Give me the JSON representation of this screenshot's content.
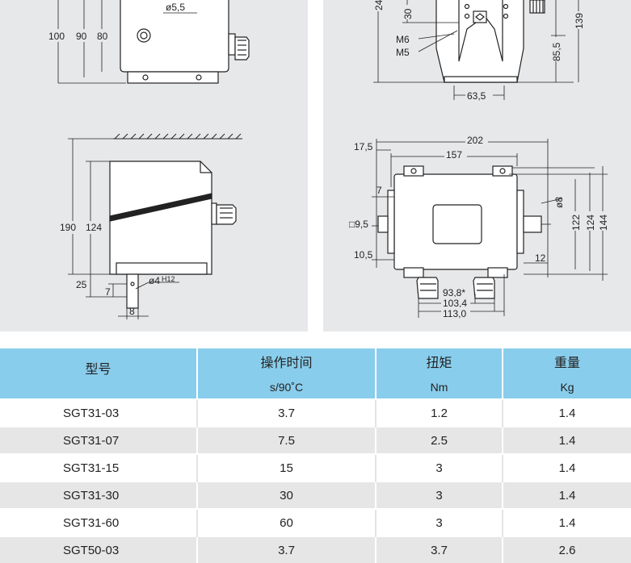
{
  "drawing_left": {
    "top_dims": [
      "100",
      "90",
      "80"
    ],
    "hole_label": "ø5,5",
    "side_dims": [
      "190",
      "124"
    ],
    "lower_dims": [
      "25",
      "7",
      "8"
    ],
    "shaft_label": "ø4",
    "shaft_tol": "H12"
  },
  "drawing_right": {
    "top_dims": [
      "24",
      "30",
      "139",
      "85,5",
      "63,5"
    ],
    "thread_labels": [
      "M6",
      "M5"
    ],
    "width_dims": [
      "202",
      "17,5",
      "157"
    ],
    "side_left_dims": [
      "7",
      "□9,5",
      "10,5"
    ],
    "side_right_dims": [
      "ø8",
      "12",
      "122",
      "124",
      "144"
    ],
    "bottom_dims": [
      "93,8*",
      "103,4",
      "113,0"
    ]
  },
  "table": {
    "headers": [
      {
        "title": "型号",
        "unit": ""
      },
      {
        "title": "操作时间",
        "unit": "s/90˚C"
      },
      {
        "title": "扭矩",
        "unit": "Nm"
      },
      {
        "title": "重量",
        "unit": "Kg"
      }
    ],
    "rows": [
      [
        "SGT31-03",
        "3.7",
        "1.2",
        "1.4"
      ],
      [
        "SGT31-07",
        "7.5",
        "2.5",
        "1.4"
      ],
      [
        "SGT31-15",
        "15",
        "3",
        "1.4"
      ],
      [
        "SGT31-30",
        "30",
        "3",
        "1.4"
      ],
      [
        "SGT31-60",
        "60",
        "3",
        "1.4"
      ],
      [
        "SGT50-03",
        "3.7",
        "3.7",
        "2.6"
      ]
    ]
  }
}
